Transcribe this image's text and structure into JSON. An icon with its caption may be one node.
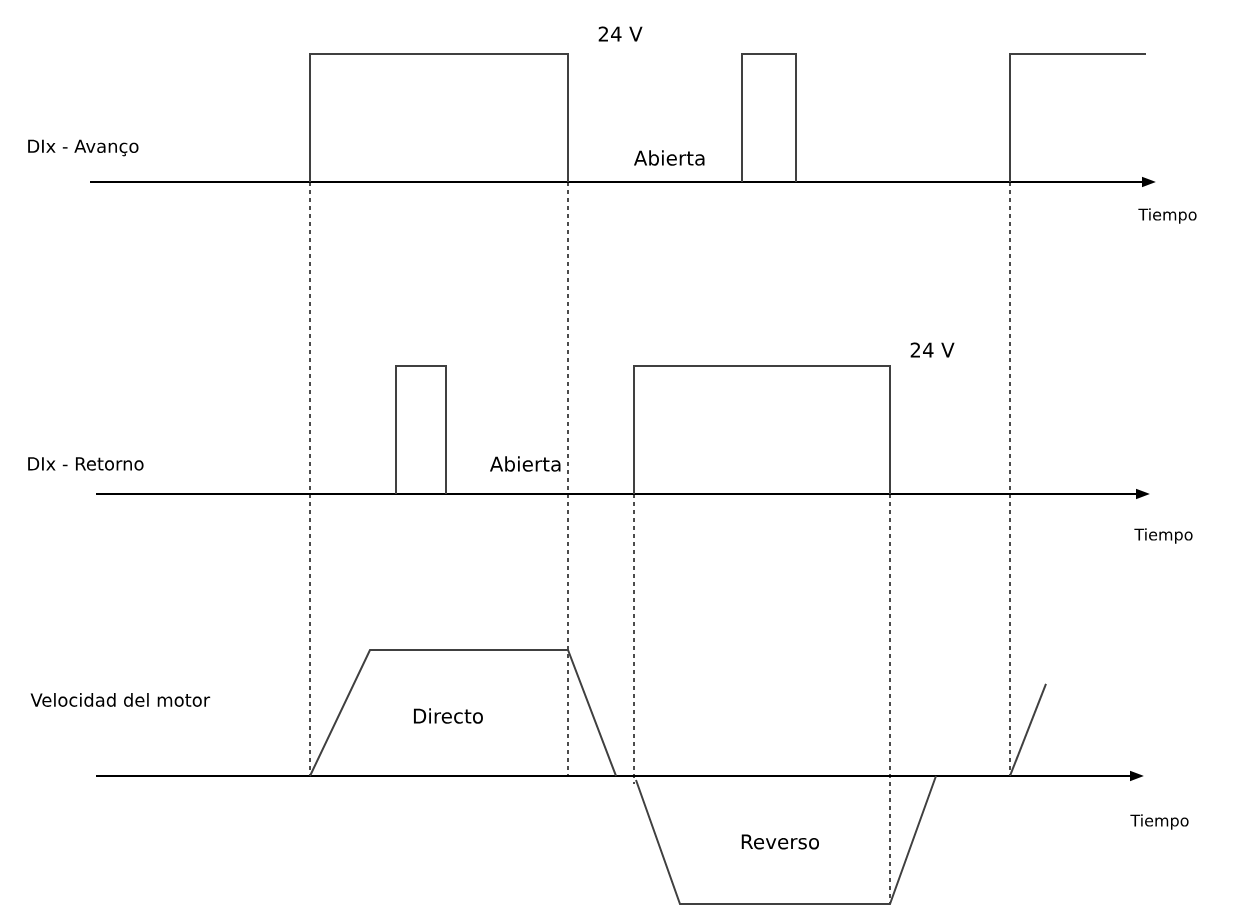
{
  "diagram": {
    "labels": [
      "24 V",
      "DIx - Avanço",
      "Abierta",
      "Tiempo",
      "24 V",
      "DIx - Retorno",
      "Abierta",
      "Tiempo",
      "Velocidad del motor",
      "Directo",
      "Tiempo",
      "Reverso"
    ]
  }
}
